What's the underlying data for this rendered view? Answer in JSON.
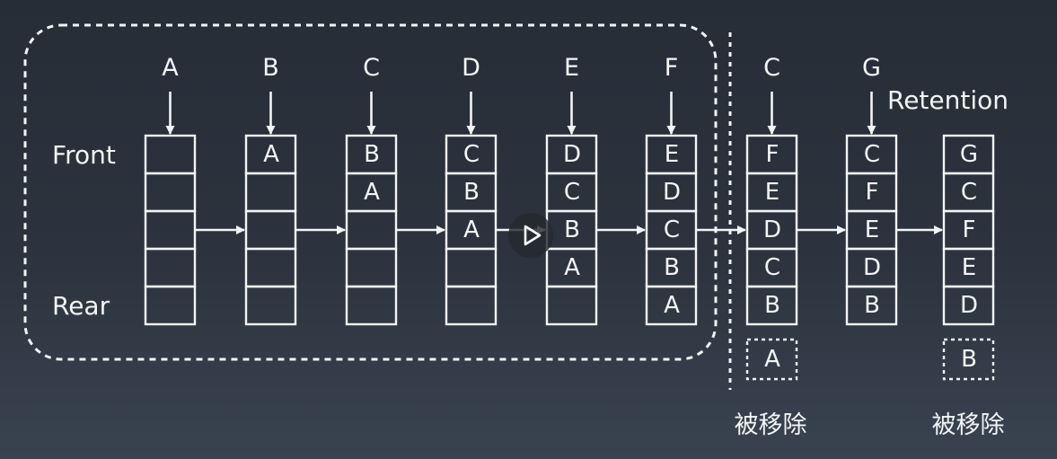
{
  "labels": {
    "front": "Front",
    "rear": "Rear",
    "retention": "Retention",
    "removed": "被移除"
  },
  "columns": [
    {
      "access": "A",
      "cells": [
        "",
        "",
        "",
        "",
        ""
      ]
    },
    {
      "access": "B",
      "cells": [
        "A",
        "",
        "",
        "",
        ""
      ]
    },
    {
      "access": "C",
      "cells": [
        "B",
        "A",
        "",
        "",
        ""
      ]
    },
    {
      "access": "D",
      "cells": [
        "C",
        "B",
        "A",
        "",
        ""
      ]
    },
    {
      "access": "E",
      "cells": [
        "D",
        "C",
        "B",
        "A",
        ""
      ]
    },
    {
      "access": "F",
      "cells": [
        "E",
        "D",
        "C",
        "B",
        "A"
      ]
    },
    {
      "access": "C",
      "cells": [
        "F",
        "E",
        "D",
        "C",
        "B"
      ],
      "evicted": "A"
    },
    {
      "access": "G",
      "cells": [
        "C",
        "F",
        "E",
        "D",
        "B"
      ]
    },
    {
      "access": "",
      "cells": [
        "G",
        "C",
        "F",
        "E",
        "D"
      ],
      "evicted": "B"
    }
  ],
  "colors": {
    "background_top": "#262d37",
    "background_bottom": "#394350",
    "stroke": "#f2f4f6",
    "text": "#f2f4f6"
  }
}
